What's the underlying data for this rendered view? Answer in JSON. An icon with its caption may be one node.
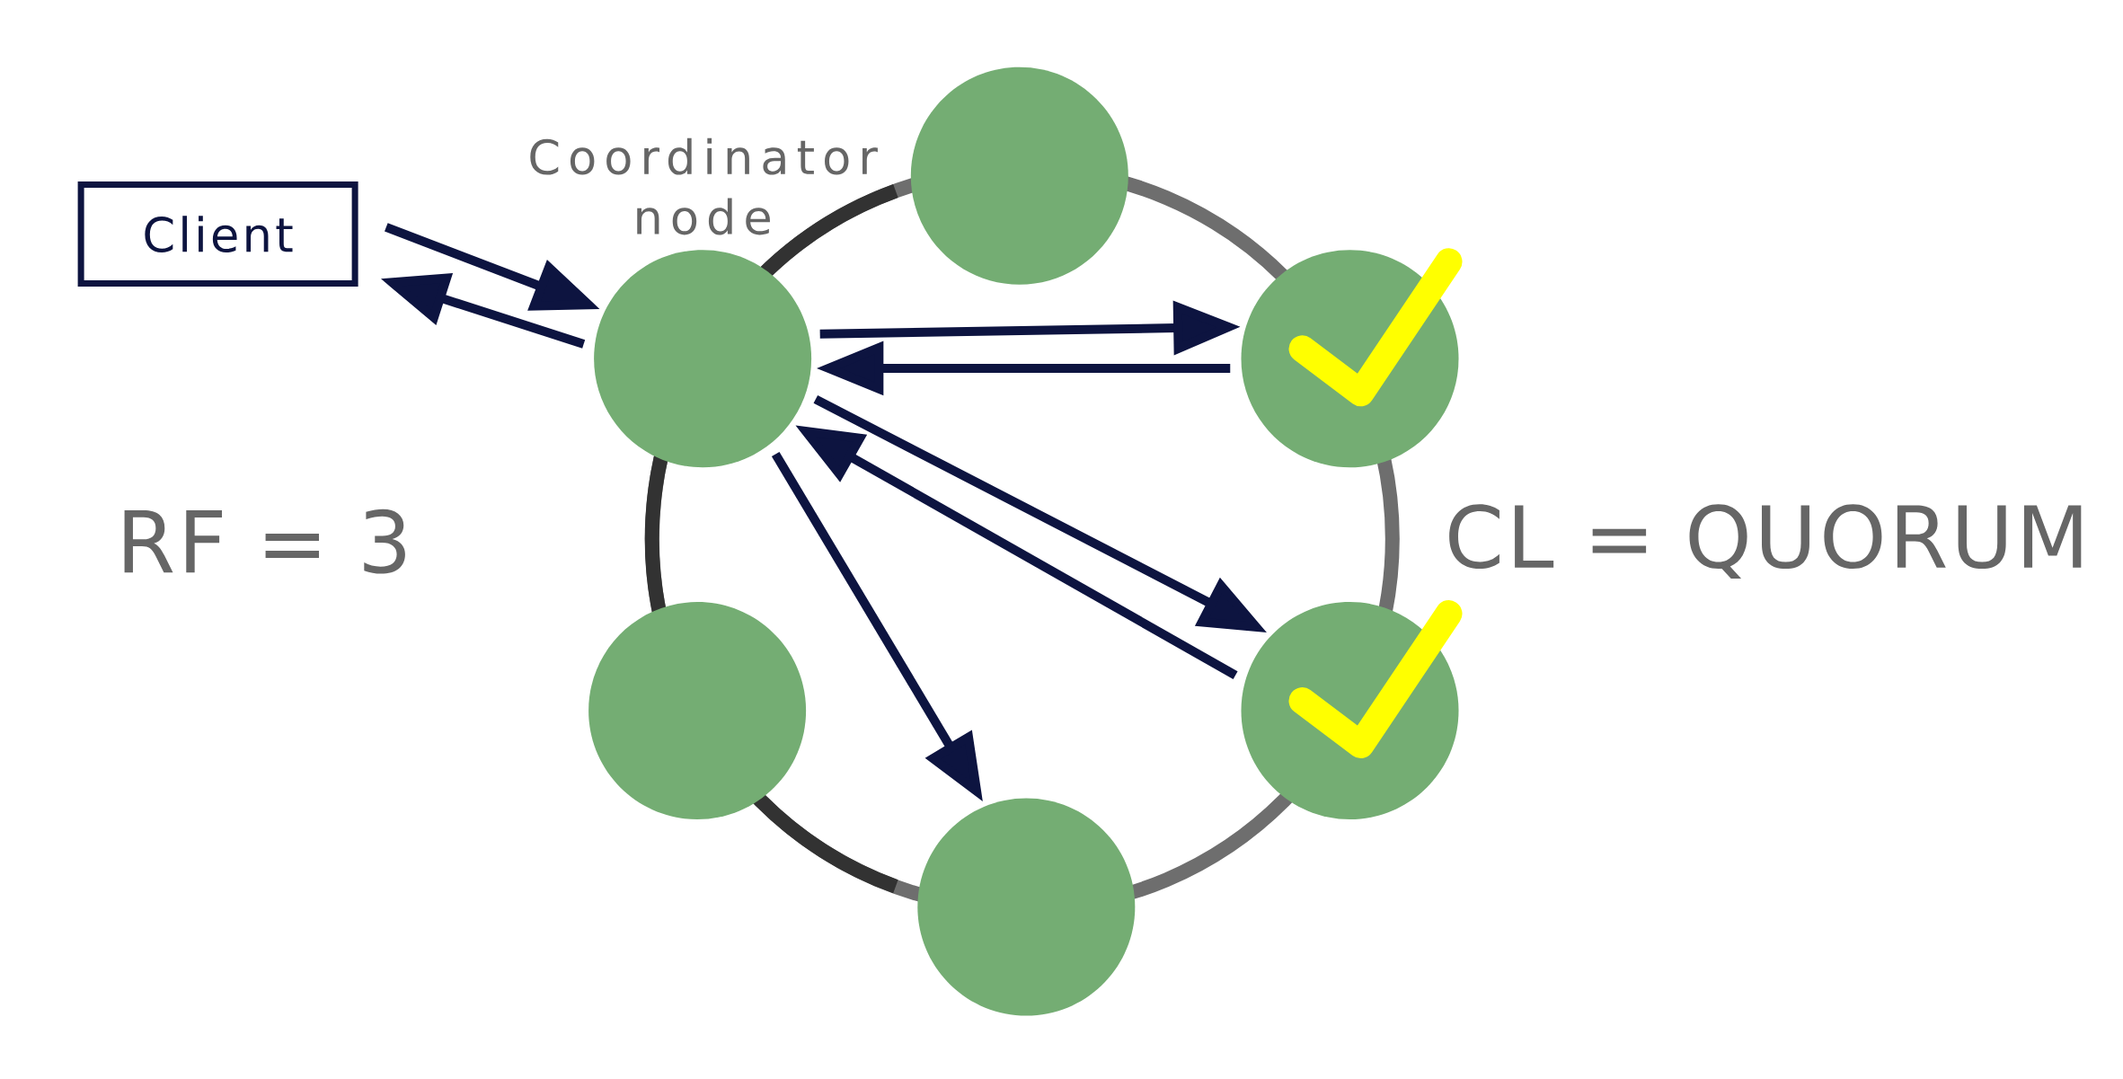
{
  "diagram": {
    "nodes": [
      {
        "text": [
          "Client"
        ]
      },
      {
        "text": [],
        "shape": "circle"
      },
      {
        "text": [],
        "shape": "circle",
        "beside": [
          "Coordinator node"
        ]
      },
      {
        "text": [],
        "shape": "circle"
      },
      {
        "text": [],
        "shape": "circle"
      },
      {
        "text": [],
        "shape": "circle"
      },
      {
        "text": [],
        "shape": "circle"
      }
    ],
    "edges": [
      {
        "from": 0,
        "to": 2,
        "arrow": "to"
      },
      {
        "from": 2,
        "to": 0,
        "arrow": "to"
      },
      {
        "from": 2,
        "to": 3,
        "arrow": "to"
      },
      {
        "from": 3,
        "to": 2,
        "arrow": "to"
      },
      {
        "from": 2,
        "to": 5,
        "arrow": "to"
      },
      {
        "from": 5,
        "to": 2,
        "arrow": "to"
      },
      {
        "from": 2,
        "to": 6,
        "arrow": "to"
      }
    ],
    "labels": [
      "RF = 3",
      "CL = QUORUM"
    ]
  }
}
